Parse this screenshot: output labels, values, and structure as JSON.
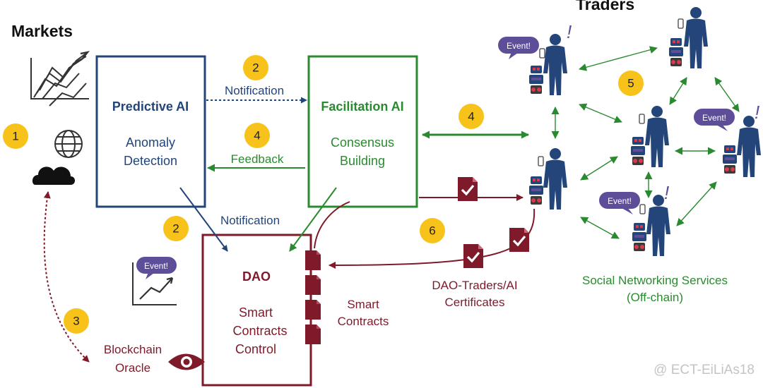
{
  "markets": {
    "title": "Markets"
  },
  "traders": {
    "title": "Traders"
  },
  "predictive": {
    "title": "Predictive AI",
    "line1": "Anomaly",
    "line2": "Detection"
  },
  "facilitation": {
    "title": "Facilitation AI",
    "line1": "Consensus",
    "line2": "Building"
  },
  "dao": {
    "title": "DAO",
    "line1": "Smart",
    "line2": "Contracts",
    "line3": "Control"
  },
  "labels": {
    "notification_top": "Notification",
    "feedback": "Feedback",
    "notification_mid": "Notification",
    "smart_contracts_1": "Smart",
    "smart_contracts_2": "Contracts",
    "certificates_1": "DAO-Traders/AI",
    "certificates_2": "Certificates",
    "oracle_1": "Blockchain",
    "oracle_2": "Oracle",
    "sns_1": "Social Networking Services",
    "sns_2": "(Off-chain)",
    "event": "Event!"
  },
  "steps": {
    "s1": "1",
    "s2a": "2",
    "s2b": "2",
    "s3": "3",
    "s4a": "4",
    "s4b": "4",
    "s5": "5",
    "s6": "6"
  },
  "watermark": "@ ECT-EiLiAs18",
  "colors": {
    "navy": "#23457a",
    "green": "#2a8a2f",
    "maroon": "#7f1a2a",
    "badge": "#f7c21a",
    "bubble": "#5e4e9a"
  }
}
